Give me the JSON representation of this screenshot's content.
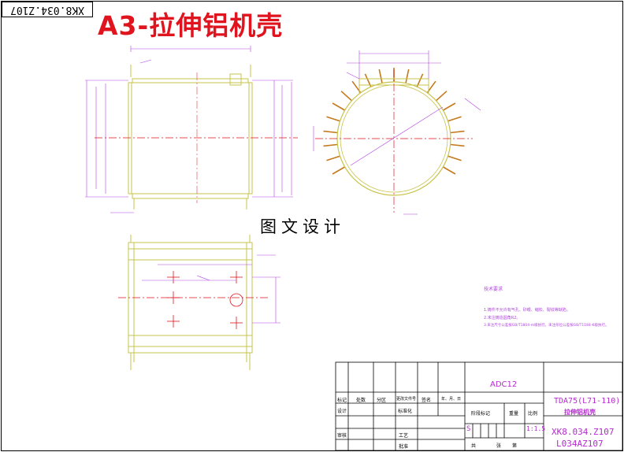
{
  "stamp": "XK8.034.Z107",
  "title": "A3-拉伸铝机壳",
  "watermark": "图文设计",
  "colors": {
    "outline": "#c9c34a",
    "centerline": "#e0141e",
    "dimension": "#b044e0",
    "fin": "#c47a1c",
    "border": "#000000",
    "title": "#e0141e"
  },
  "notes": {
    "heading": "技术要求",
    "items": [
      "1.铸件不允许有气孔、砂眼、缩松、裂纹等缺陷。",
      "2.未注铸造圆角R2。",
      "3.未注尺寸公差按GB/T1804-m级执行，未注形位公差按GB/T1184-K级执行。"
    ]
  },
  "title_block": {
    "material": "ADC12",
    "drawing_title": "TDA75(L71-110)",
    "part_name": "拉伸铝机壳",
    "drawing_number_top": "XK8.034.Z107",
    "drawing_number_bottom": "L034AZ107",
    "scale": "1:1.5",
    "sheet_mark": "S",
    "row_labels": {
      "mark": "标记",
      "count": "处数",
      "zone": "分区",
      "change_doc": "更改文件号",
      "signature": "签名",
      "date": "年、月、日",
      "designer": "设计",
      "standardize": "标准化",
      "stage_mark": "阶段标记",
      "weight": "重量",
      "scale_label": "比例",
      "review": "审核",
      "process": "工艺",
      "approve": "批准",
      "sheet_total": "共",
      "sheet_page": "张",
      "sheet_of": "第"
    }
  }
}
